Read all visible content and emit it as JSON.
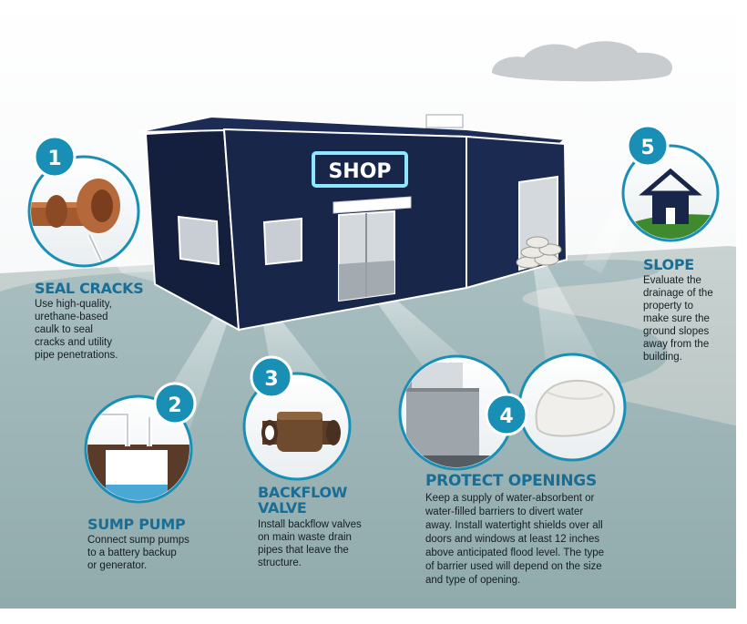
{
  "sign": {
    "text": "SHOP"
  },
  "steps": [
    {
      "number": "1",
      "title": "SEAL CRACKS",
      "lines": [
        "Use high-quality,",
        "urethane-based",
        "caulk to seal",
        "cracks and utility",
        "pipe penetrations."
      ]
    },
    {
      "number": "2",
      "title": "SUMP PUMP",
      "lines": [
        "Connect sump pumps",
        "to a battery backup",
        "or generator."
      ]
    },
    {
      "number": "3",
      "title_lines": [
        "BACKFLOW",
        "VALVE"
      ],
      "lines": [
        "Install backflow valves",
        "on main waste drain",
        "pipes that leave the",
        "structure."
      ]
    },
    {
      "number": "4",
      "title": "PROTECT OPENINGS",
      "lines": [
        "Keep a supply of water-absorbent or",
        "water-filled barriers to divert water",
        "away. Install watertight shields over all",
        "doors and windows at least 12 inches",
        "above anticipated flood level. The type",
        "of barrier used will depend on the size",
        "and type of opening."
      ]
    },
    {
      "number": "5",
      "title": "SLOPE",
      "lines": [
        "Evaluate the",
        "drainage of the",
        "property to",
        "make sure the",
        "ground slopes",
        "away from the",
        "building."
      ]
    }
  ],
  "colors": {
    "building": "#18264a",
    "accent": "#1a8fb5",
    "title": "#1a6e96",
    "water": "#9fb7b9",
    "sign_glow": "#8fe6ff"
  }
}
